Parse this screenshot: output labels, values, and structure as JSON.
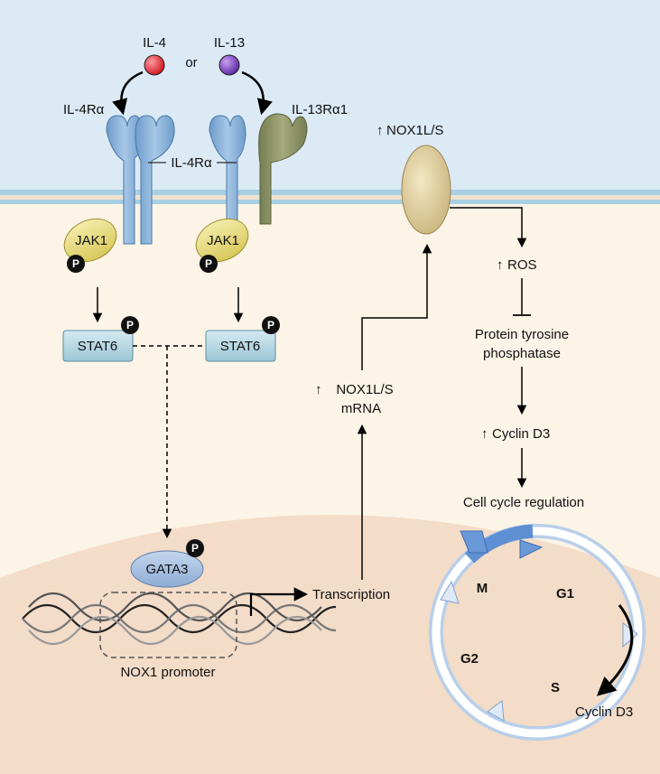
{
  "ligands": {
    "il4": "IL-4",
    "or": "or",
    "il13": "IL-13"
  },
  "receptors": {
    "il4ra_left": "IL-4Rα",
    "il4ra_mid": "IL-4Rα",
    "il13ra1": "IL-13Rα1"
  },
  "kinases": {
    "jak1_left": "JAK1",
    "jak1_right": "JAK1",
    "p": "P"
  },
  "stat": {
    "left": "STAT6",
    "right": "STAT6"
  },
  "nucleus": {
    "gata3": "GATA3",
    "transcription": "Transcription",
    "promoter": "NOX1 promoter"
  },
  "pathway": {
    "nox_top": "NOX1L/S",
    "nox_mrna_1": "NOX1L/S",
    "nox_mrna_2": "mRNA",
    "ros": "ROS",
    "ptp_1": "Protein tyrosine",
    "ptp_2": "phosphatase",
    "cyclin": "Cyclin D3",
    "cell_cycle": "Cell cycle regulation"
  },
  "cycle": {
    "m": "M",
    "g1": "G1",
    "g2": "G2",
    "s": "S",
    "cyclin": "Cyclin D3"
  },
  "colors": {
    "extracellular": "#dceaf5",
    "cytoplasm": "#fcf4e6",
    "nucleus": "#f3dcc8",
    "receptor_blue": "#8cb5dc",
    "receptor_olive": "#8e9466",
    "jak": "#ece083",
    "stat": "#b4d6e3",
    "gata": "#a8c2e0",
    "nox": "#e0cf9a",
    "il4_ball": "#e8262e",
    "il13_ball": "#7b3fbf",
    "cycle": "#9fbde3"
  }
}
